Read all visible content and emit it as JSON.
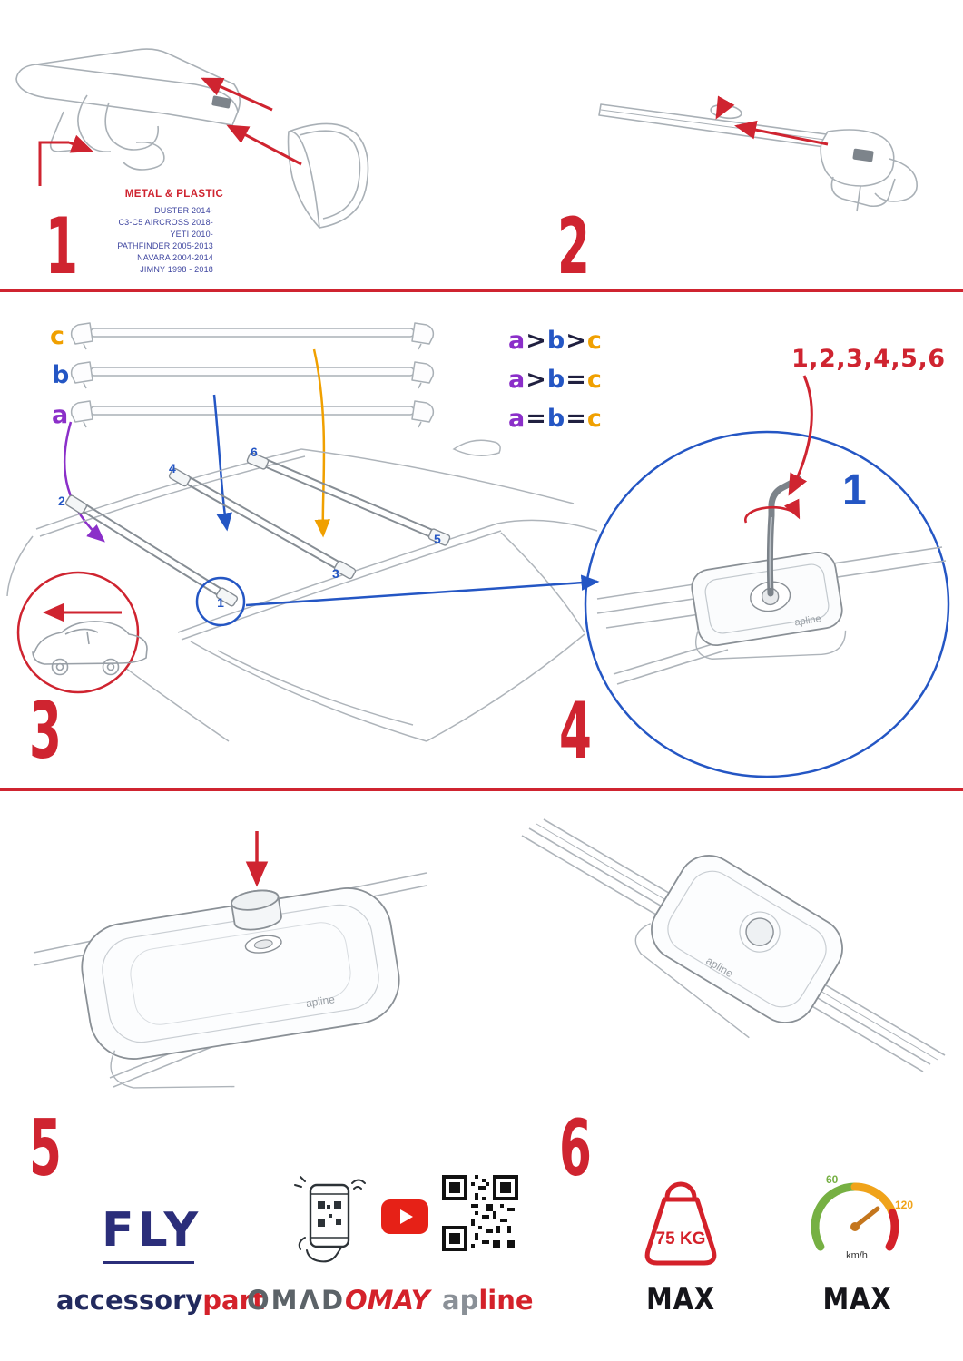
{
  "brand": "apline",
  "palette": {
    "red": "#cf2430",
    "blue": "#2456c4",
    "purple": "#8b2fc9",
    "orange": "#f0a000",
    "navy": "#3f46a0",
    "dark": "#202040",
    "green": "#76b043",
    "gray": "#8a9096"
  },
  "steps": {
    "s1": "1",
    "s2": "2",
    "s3": "3",
    "s4": "4",
    "s5": "5",
    "s6": "6"
  },
  "fitment": {
    "materials": "METAL & PLASTIC",
    "models": [
      "DUSTER 2014-",
      "C3-C5 AIRCROSS 2018-",
      "YETI 2010-",
      "PATHFINDER 2005-2013",
      "NAVARA 2004-2014",
      "JIMNY 1998 - 2018"
    ]
  },
  "install": {
    "bar_labels": {
      "top": "c",
      "middle": "b",
      "bottom": "a"
    },
    "formulas": {
      "row1": {
        "a": "a",
        "op1": ">",
        "b": "b",
        "op2": ">",
        "c": "c"
      },
      "row2": {
        "a": "a",
        "op1": ">",
        "b": "b",
        "op2": "=",
        "c": "c"
      },
      "row3": {
        "a": "a",
        "op1": "=",
        "b": "b",
        "op2": "=",
        "c": "c"
      }
    },
    "positions": {
      "p1": "1",
      "p2": "2",
      "p3": "3",
      "p4": "4",
      "p5": "5",
      "p6": "6"
    },
    "sequence": "1,2,3,4,5,6",
    "callout": "1"
  },
  "footer": {
    "fly": "FLY",
    "accessorypart": {
      "left": "accessory",
      "right": "part"
    },
    "omad": "OMΛD",
    "omay": "OMAY",
    "apline": {
      "left": "ap",
      "right": "line"
    },
    "weight": {
      "value": "75 KG",
      "max": "MAX"
    },
    "speed": {
      "low": "60",
      "high": "120",
      "unit": "km/h",
      "max": "MAX"
    }
  }
}
